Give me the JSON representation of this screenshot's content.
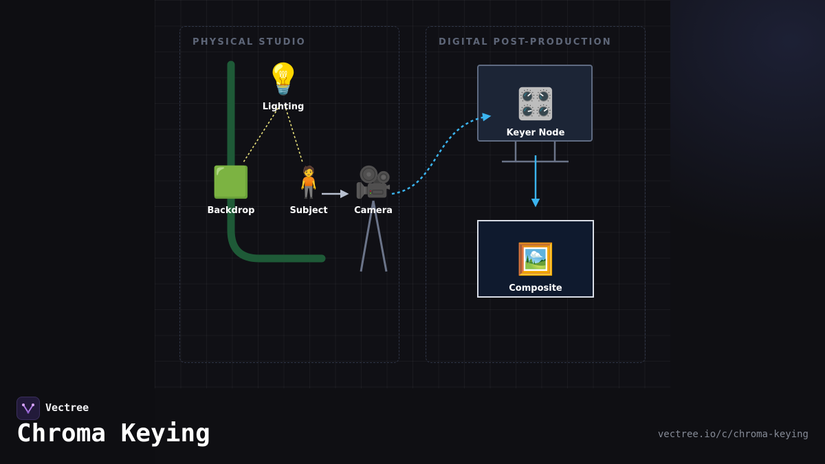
{
  "zones": {
    "physical": "PHYSICAL STUDIO",
    "digital": "DIGITAL POST-PRODUCTION"
  },
  "nodes": {
    "lighting": {
      "label": "Lighting",
      "icon": "💡",
      "icon_name": "light-bulb-icon"
    },
    "backdrop": {
      "label": "Backdrop",
      "icon": "🟩",
      "icon_name": "green-square-icon"
    },
    "subject": {
      "label": "Subject",
      "icon": "🧍",
      "icon_name": "person-standing-icon"
    },
    "camera": {
      "label": "Camera",
      "icon": "🎥",
      "icon_name": "movie-camera-icon"
    },
    "keyer": {
      "label": "Keyer Node",
      "icon": "🎛️",
      "icon_name": "control-knobs-icon"
    },
    "composite": {
      "label": "Composite",
      "icon": "🖼️",
      "icon_name": "framed-picture-icon"
    }
  },
  "colors": {
    "backdrop_screen": "#1e5a37",
    "light_beam": "#e8e17a",
    "signal": "#3bb4f0",
    "tripod": "#6b7489"
  },
  "brand": {
    "name": "Vectree",
    "title": "Chroma Keying",
    "url": "vectree.io/c/chroma-keying"
  }
}
